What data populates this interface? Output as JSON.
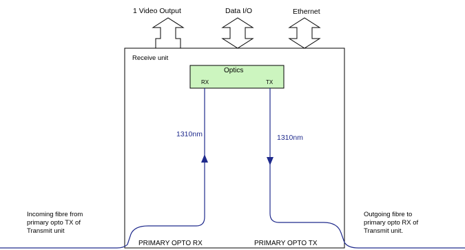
{
  "io": {
    "video_output": "1 Video Output",
    "data_io": "Data I/O",
    "ethernet": "Ethernet"
  },
  "receive_unit": {
    "label": "Receive unit"
  },
  "optics": {
    "title": "Optics",
    "rx": "RX",
    "tx": "TX",
    "fill": "#ccf5bf"
  },
  "paths": {
    "rx_wavelength": "1310nm",
    "tx_wavelength": "1310nm",
    "line_color": "#1f2a8c"
  },
  "incoming": {
    "line1": "Incoming fibre from",
    "line2": "primary opto TX of",
    "line3": "Transmit unit"
  },
  "outgoing": {
    "line1": "Outgoing fibre to",
    "line2": "primary opto RX of",
    "line3": "Transmit unit."
  },
  "ports": {
    "rx": "PRIMARY OPTO RX",
    "tx": "PRIMARY OPTO TX"
  }
}
